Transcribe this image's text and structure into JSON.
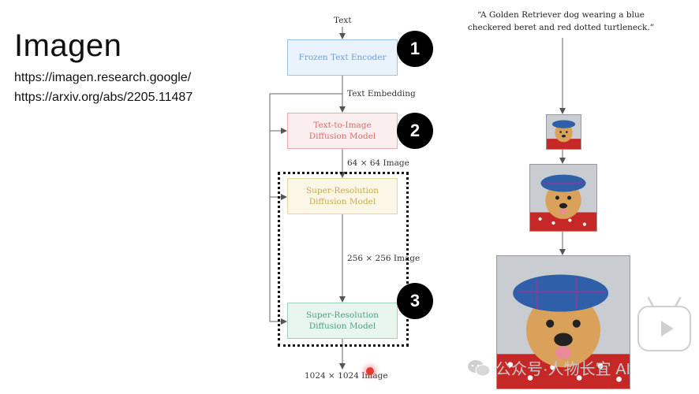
{
  "slide": {
    "title": "Imagen",
    "links": [
      "https://imagen.research.google/",
      "https://arxiv.org/abs/2205.11487"
    ]
  },
  "diagram": {
    "input_label": "Text",
    "boxes": [
      {
        "line1": "Frozen Text Encoder",
        "line2": ""
      },
      {
        "line1": "Text-to-Image",
        "line2": "Diffusion Model"
      },
      {
        "line1": "Super-Resolution",
        "line2": "Diffusion Model"
      },
      {
        "line1": "Super-Resolution",
        "line2": "Diffusion Model"
      }
    ],
    "edge_labels": {
      "text_embedding": "Text Embedding",
      "image_64": "64 × 64 Image",
      "image_256": "256 × 256 Image",
      "image_1024": "1024 × 1024 Image"
    },
    "badges": [
      "1",
      "2",
      "3"
    ],
    "colors": {
      "encoder": "#6d9fd2",
      "text_to_image": "#d86a6a",
      "sr1": "#c9a94a",
      "sr2": "#4aa17a"
    }
  },
  "prompt": {
    "line1": "“A Golden Retriever dog wearing a blue",
    "line2": "checkered beret and red dotted turtleneck.”"
  },
  "outputs": [
    "64 × 64 sample",
    "256 × 256 sample",
    "1024 × 1024 sample"
  ],
  "overlay": {
    "watermark": "公众号·人物长宜 AI",
    "watermark_icon": "wechat-icon",
    "video_icon": "play-icon"
  }
}
